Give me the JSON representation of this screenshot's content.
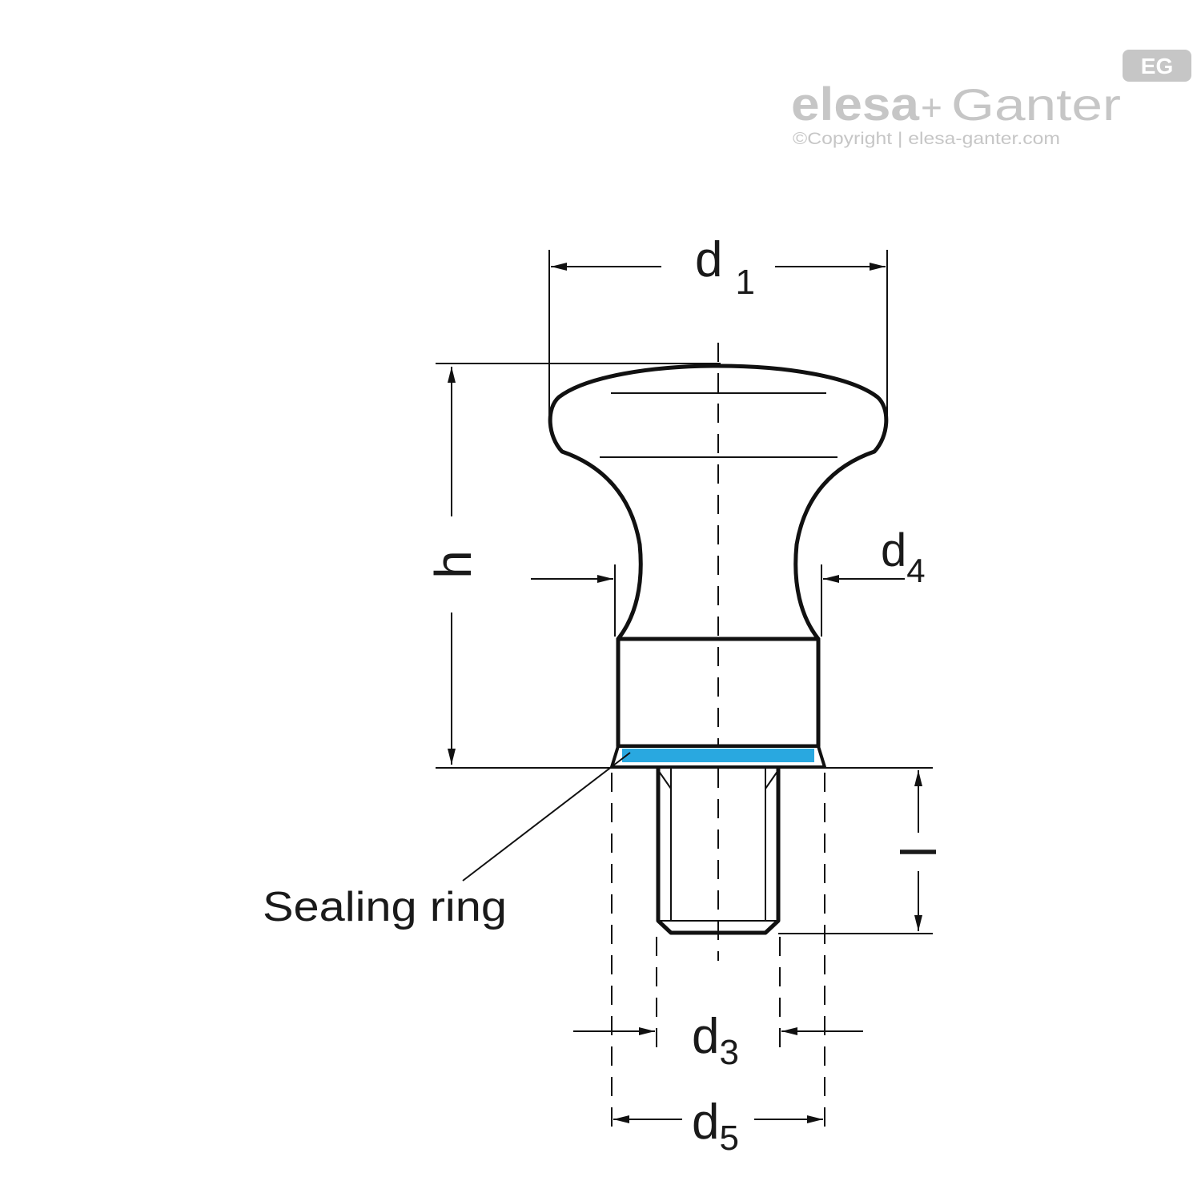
{
  "logo": {
    "brand_left": "elesa",
    "plus": "+",
    "brand_right": "Ganter",
    "badge": "EG",
    "copyright": "©Copyright | elesa-ganter.com",
    "color": "#c6c6c6"
  },
  "dimensions": {
    "d1": {
      "base": "d",
      "sub": "1"
    },
    "h": "h",
    "d4": {
      "base": "d",
      "sub": "4"
    },
    "l": "l",
    "d3": {
      "base": "d",
      "sub": "3"
    },
    "d5": {
      "base": "d",
      "sub": "5"
    }
  },
  "callouts": {
    "sealing_ring": "Sealing ring"
  },
  "colors": {
    "outline": "#111111",
    "sealing_ring": "#29a8e0"
  }
}
